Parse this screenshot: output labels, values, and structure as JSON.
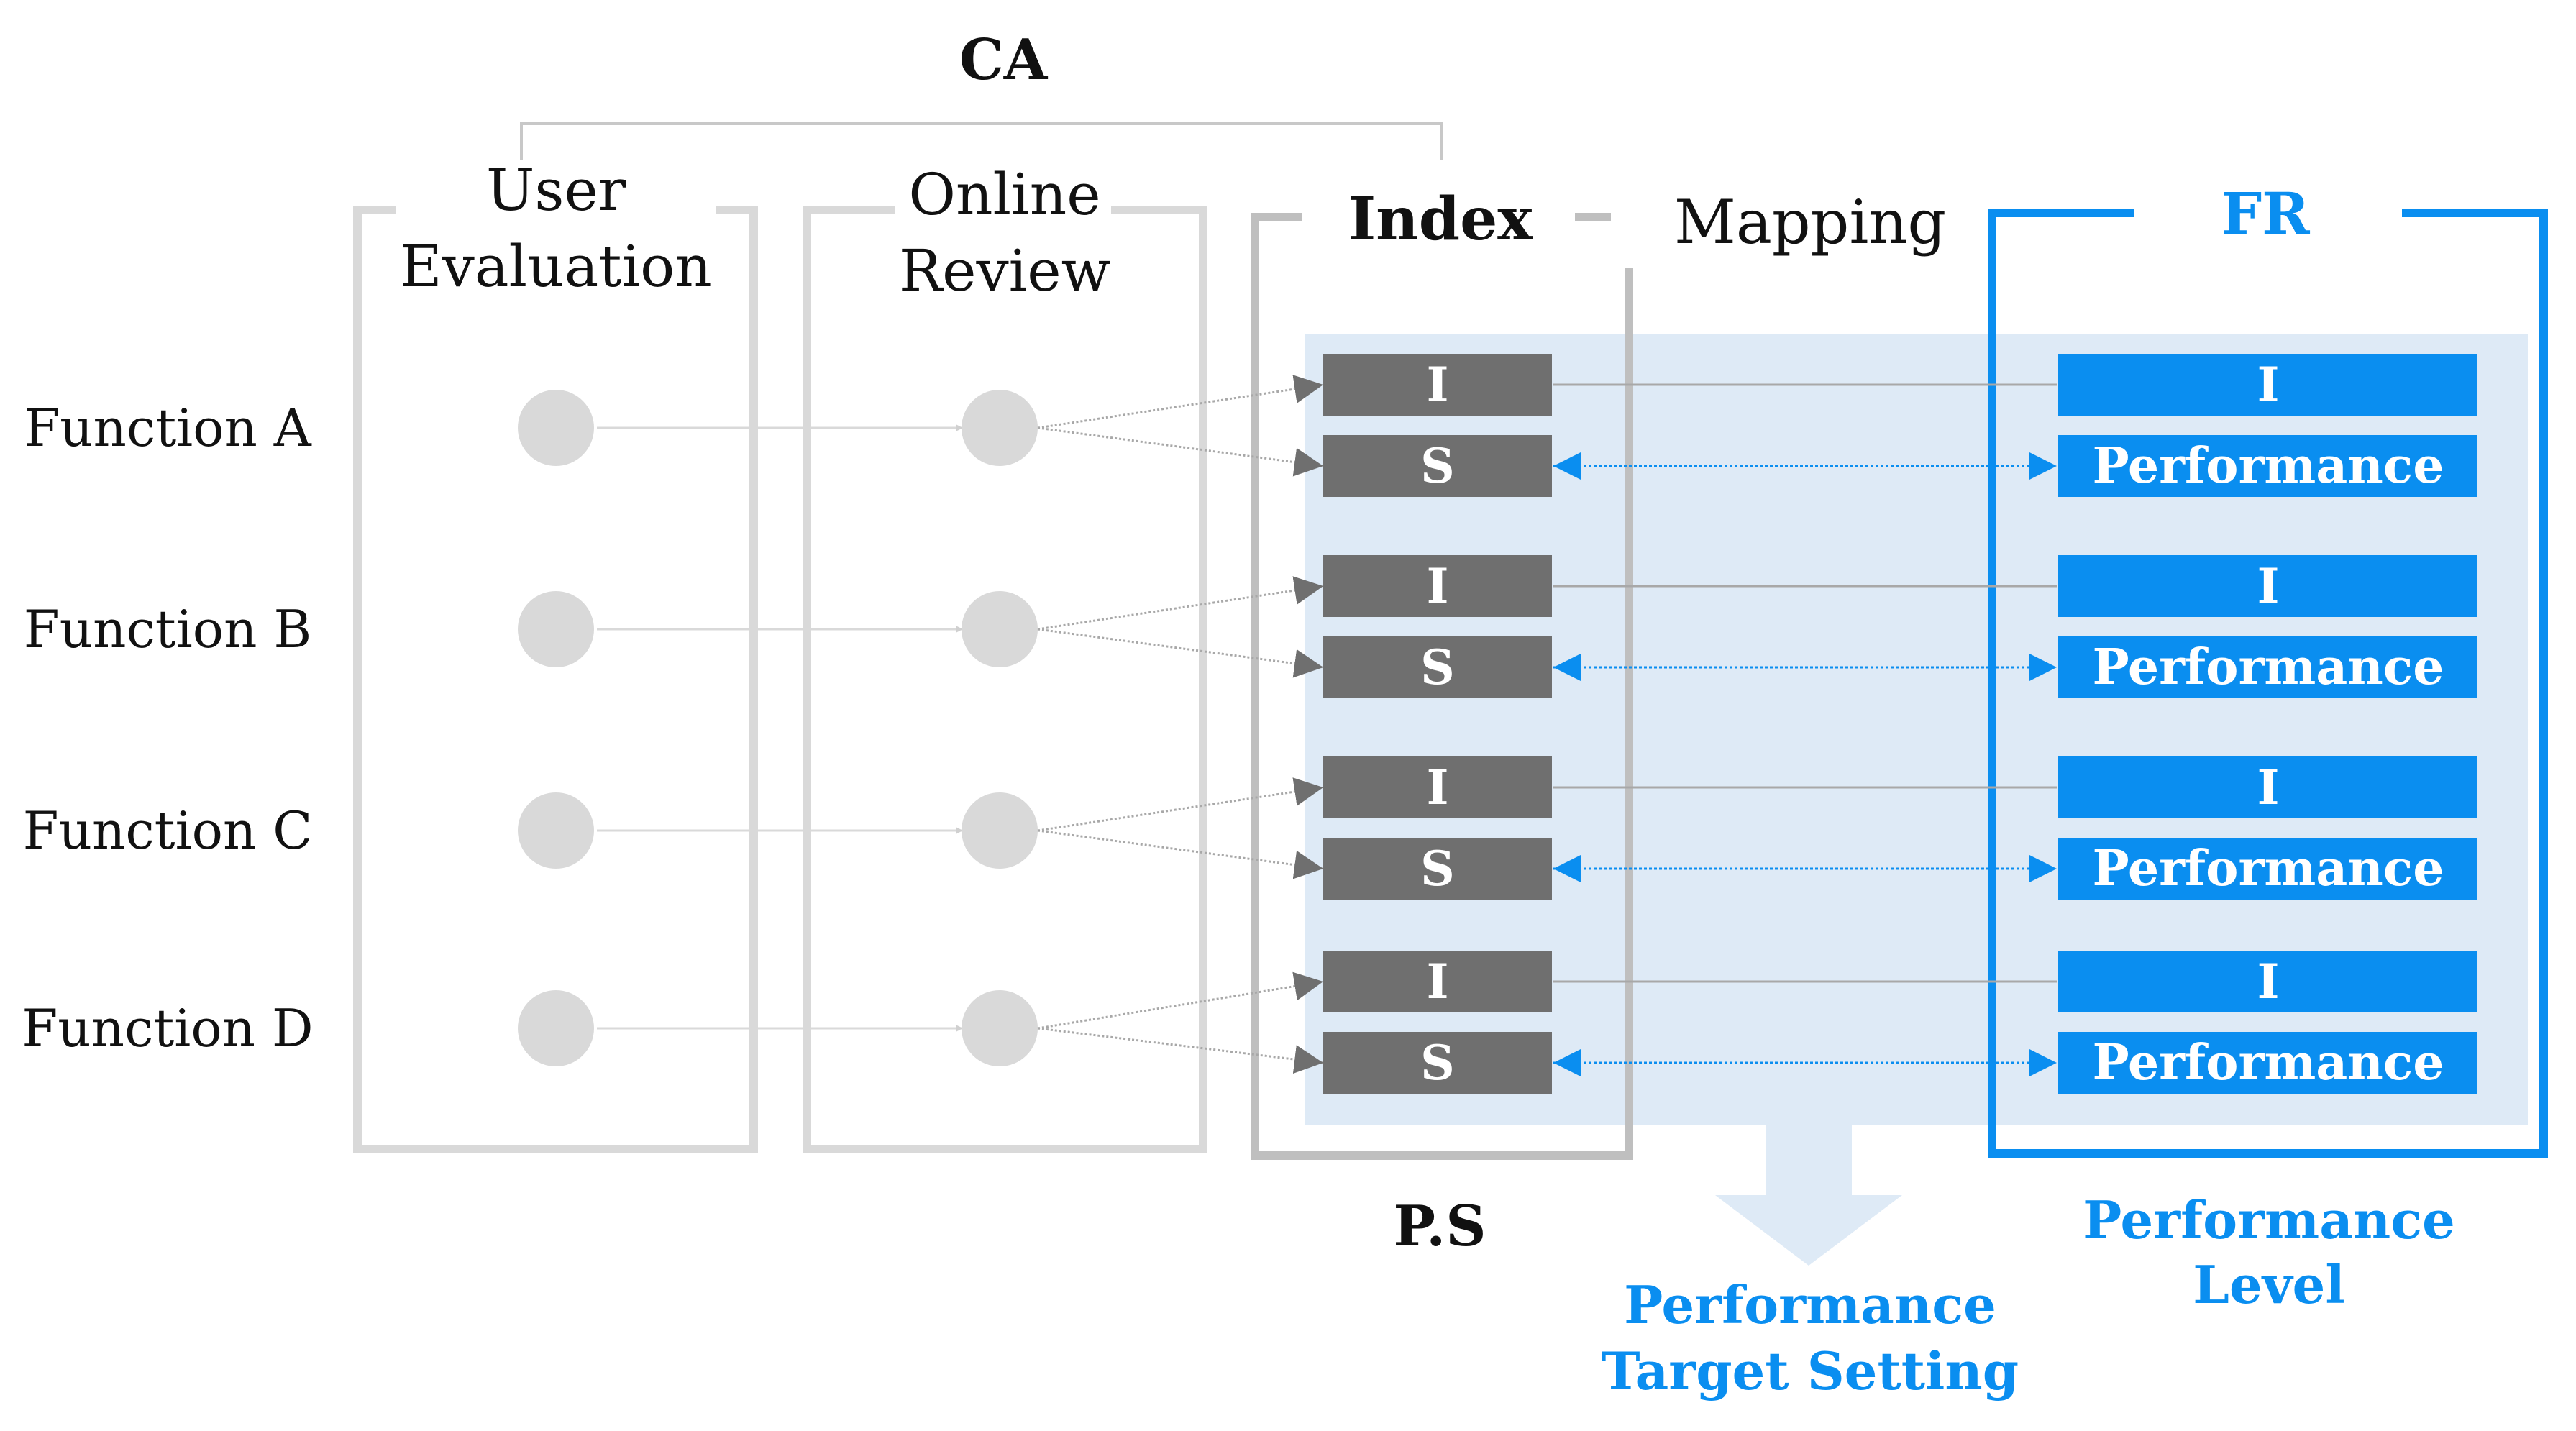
{
  "headers": {
    "ca": "CA",
    "user_evaluation": [
      "User",
      "Evaluation"
    ],
    "online_review": [
      "Online",
      "Review"
    ],
    "index": "Index",
    "mapping": "Mapping",
    "fr": "FR"
  },
  "functions": [
    {
      "label": "Function A",
      "index_i": "I",
      "index_s": "S",
      "fr_i": "I",
      "fr_performance": "Performance"
    },
    {
      "label": "Function B",
      "index_i": "I",
      "index_s": "S",
      "fr_i": "I",
      "fr_performance": "Performance"
    },
    {
      "label": "Function C",
      "index_i": "I",
      "index_s": "S",
      "fr_i": "I",
      "fr_performance": "Performance"
    },
    {
      "label": "Function D",
      "index_i": "I",
      "index_s": "S",
      "fr_i": "I",
      "fr_performance": "Performance"
    }
  ],
  "footers": {
    "ps": "P.S",
    "performance_target_setting": [
      "Performance",
      "Target Setting"
    ],
    "performance_level": [
      "Performance",
      "Level"
    ]
  },
  "colors": {
    "gray_box": "#6f6f6f",
    "light_gray": "#d9d9d9",
    "frame_gray": "#bfbfbf",
    "blue": "#0a8ef0",
    "mapping_bg": "#deeaf6"
  }
}
